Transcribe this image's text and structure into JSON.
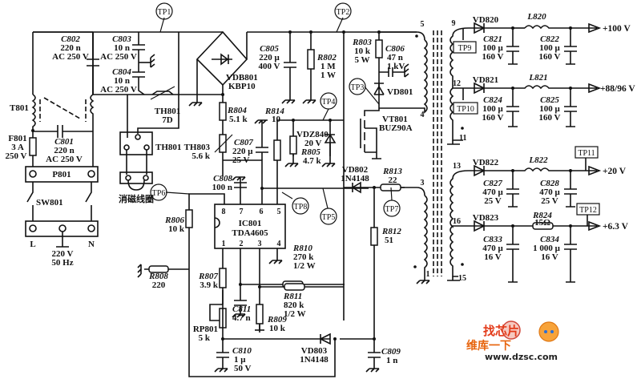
{
  "title": "TDA4605 switching power supply schematic",
  "mains": {
    "plug": "P801",
    "switch": "SW801",
    "terminal_l": "L",
    "terminal_n": "N",
    "voltage": "220 V",
    "frequency": "50 Hz"
  },
  "components": {
    "F801": {
      "ref": "F801",
      "v1": "3 A",
      "v2": "250 V"
    },
    "T801": {
      "ref": "T801"
    },
    "C801": {
      "ref": "C801",
      "v1": "220 n",
      "v2": "AC 250 V"
    },
    "C802": {
      "ref": "C802",
      "v1": "220 n",
      "v2": "AC 250 V"
    },
    "C803": {
      "ref": "C803",
      "v1": "10 n",
      "v2": "AC 250 V"
    },
    "C804": {
      "ref": "C804",
      "v1": "10 n",
      "v2": "AC 250 V"
    },
    "TH801a": {
      "ref": "TH801",
      "v1": "7D"
    },
    "TH801b": {
      "ref": "TH801"
    },
    "degauss": {
      "ref": "消磁线圈"
    },
    "VDB801": {
      "ref": "VDB801",
      "v1": "KBP10"
    },
    "C805": {
      "ref": "C805",
      "v1": "220 μ",
      "v2": "400 V"
    },
    "R802": {
      "ref": "R802",
      "v1": "1 M",
      "v2": "1 W"
    },
    "R803": {
      "ref": "R803",
      "v1": "10 k",
      "v2": "5 W"
    },
    "C806": {
      "ref": "C806",
      "v1": "47 n",
      "v2": "1 kV"
    },
    "VD801": {
      "ref": "VD801"
    },
    "VT801": {
      "ref": "VT801",
      "v1": "BUZ90A"
    },
    "R804": {
      "ref": "R804",
      "v1": "5.1 k"
    },
    "TH803": {
      "ref": "TH803",
      "v1": "5.6 k"
    },
    "C807": {
      "ref": "C807",
      "v1": "220 μ",
      "v2": "25 V"
    },
    "R814": {
      "ref": "R814",
      "v1": "10"
    },
    "VDZ840": {
      "ref": "VDZ840",
      "v1": "20 V"
    },
    "R805": {
      "ref": "R805",
      "v1": "4.7 k"
    },
    "C808": {
      "ref": "C808",
      "v1": "100 n"
    },
    "IC801": {
      "ref": "IC801",
      "v1": "TDA4605",
      "pins": [
        "8",
        "7",
        "6",
        "5",
        "1",
        "2",
        "3",
        "4"
      ]
    },
    "R806": {
      "ref": "R806",
      "v1": "10 k"
    },
    "R808": {
      "ref": "R808",
      "v1": "220"
    },
    "R807": {
      "ref": "R807",
      "v1": "3.9 k"
    },
    "RP801": {
      "ref": "RP801",
      "v1": "5 k"
    },
    "C811": {
      "ref": "C811",
      "v1": "4.7 n"
    },
    "R809": {
      "ref": "R809",
      "v1": "10 k"
    },
    "R810": {
      "ref": "R810",
      "v1": "270 k",
      "v2": "1/2 W"
    },
    "R811": {
      "ref": "R811",
      "v1": "820 k",
      "v2": "1/2 W"
    },
    "C810": {
      "ref": "C810",
      "v1": "1 μ",
      "v2": "50 V"
    },
    "VD803": {
      "ref": "VD803",
      "v1": "1N4148"
    },
    "C809": {
      "ref": "C809",
      "v1": "1 n"
    },
    "VD802": {
      "ref": "VD802",
      "v1": "1N4148"
    },
    "R813": {
      "ref": "R813",
      "v1": "22"
    },
    "R812": {
      "ref": "R812",
      "v1": "51"
    },
    "VD820": {
      "ref": "VD820"
    },
    "L820": {
      "ref": "L820"
    },
    "C821": {
      "ref": "C821",
      "v1": "100 μ",
      "v2": "160 V"
    },
    "C822": {
      "ref": "C822",
      "v1": "100 μ",
      "v2": "160 V"
    },
    "VD821": {
      "ref": "VD821"
    },
    "L821": {
      "ref": "L821"
    },
    "C824": {
      "ref": "C824",
      "v1": "100 μ",
      "v2": "160 V"
    },
    "C825": {
      "ref": "C825",
      "v1": "100 μ",
      "v2": "160 V"
    },
    "VD822": {
      "ref": "VD822"
    },
    "L822": {
      "ref": "L822"
    },
    "C827": {
      "ref": "C827",
      "v1": "470 μ",
      "v2": "25 V"
    },
    "C828": {
      "ref": "C828",
      "v1": "470 μ",
      "v2": "25 V"
    },
    "VD823": {
      "ref": "VD823"
    },
    "R824": {
      "ref": "R824",
      "v1": "15Ω"
    },
    "C833": {
      "ref": "C833",
      "v1": "470 μ",
      "v2": "16 V"
    },
    "C834": {
      "ref": "C834",
      "v1": "1 000 μ",
      "v2": "16 V"
    }
  },
  "transformer_pins": [
    "5",
    "4",
    "3",
    "1",
    "9",
    "12",
    "11",
    "13",
    "16",
    "15"
  ],
  "test_points": [
    "TP1",
    "TP2",
    "TP3",
    "TP4",
    "TP5",
    "TP6",
    "TP7",
    "TP8",
    "TP9",
    "TP10",
    "TP11",
    "TP12"
  ],
  "outputs": [
    "+100 V",
    "+88/96 V",
    "+20 V",
    "+6.3 V"
  ],
  "watermark": {
    "line1": "找芯片",
    "line2": "维库一下",
    "url": "www.dzsc.com"
  }
}
